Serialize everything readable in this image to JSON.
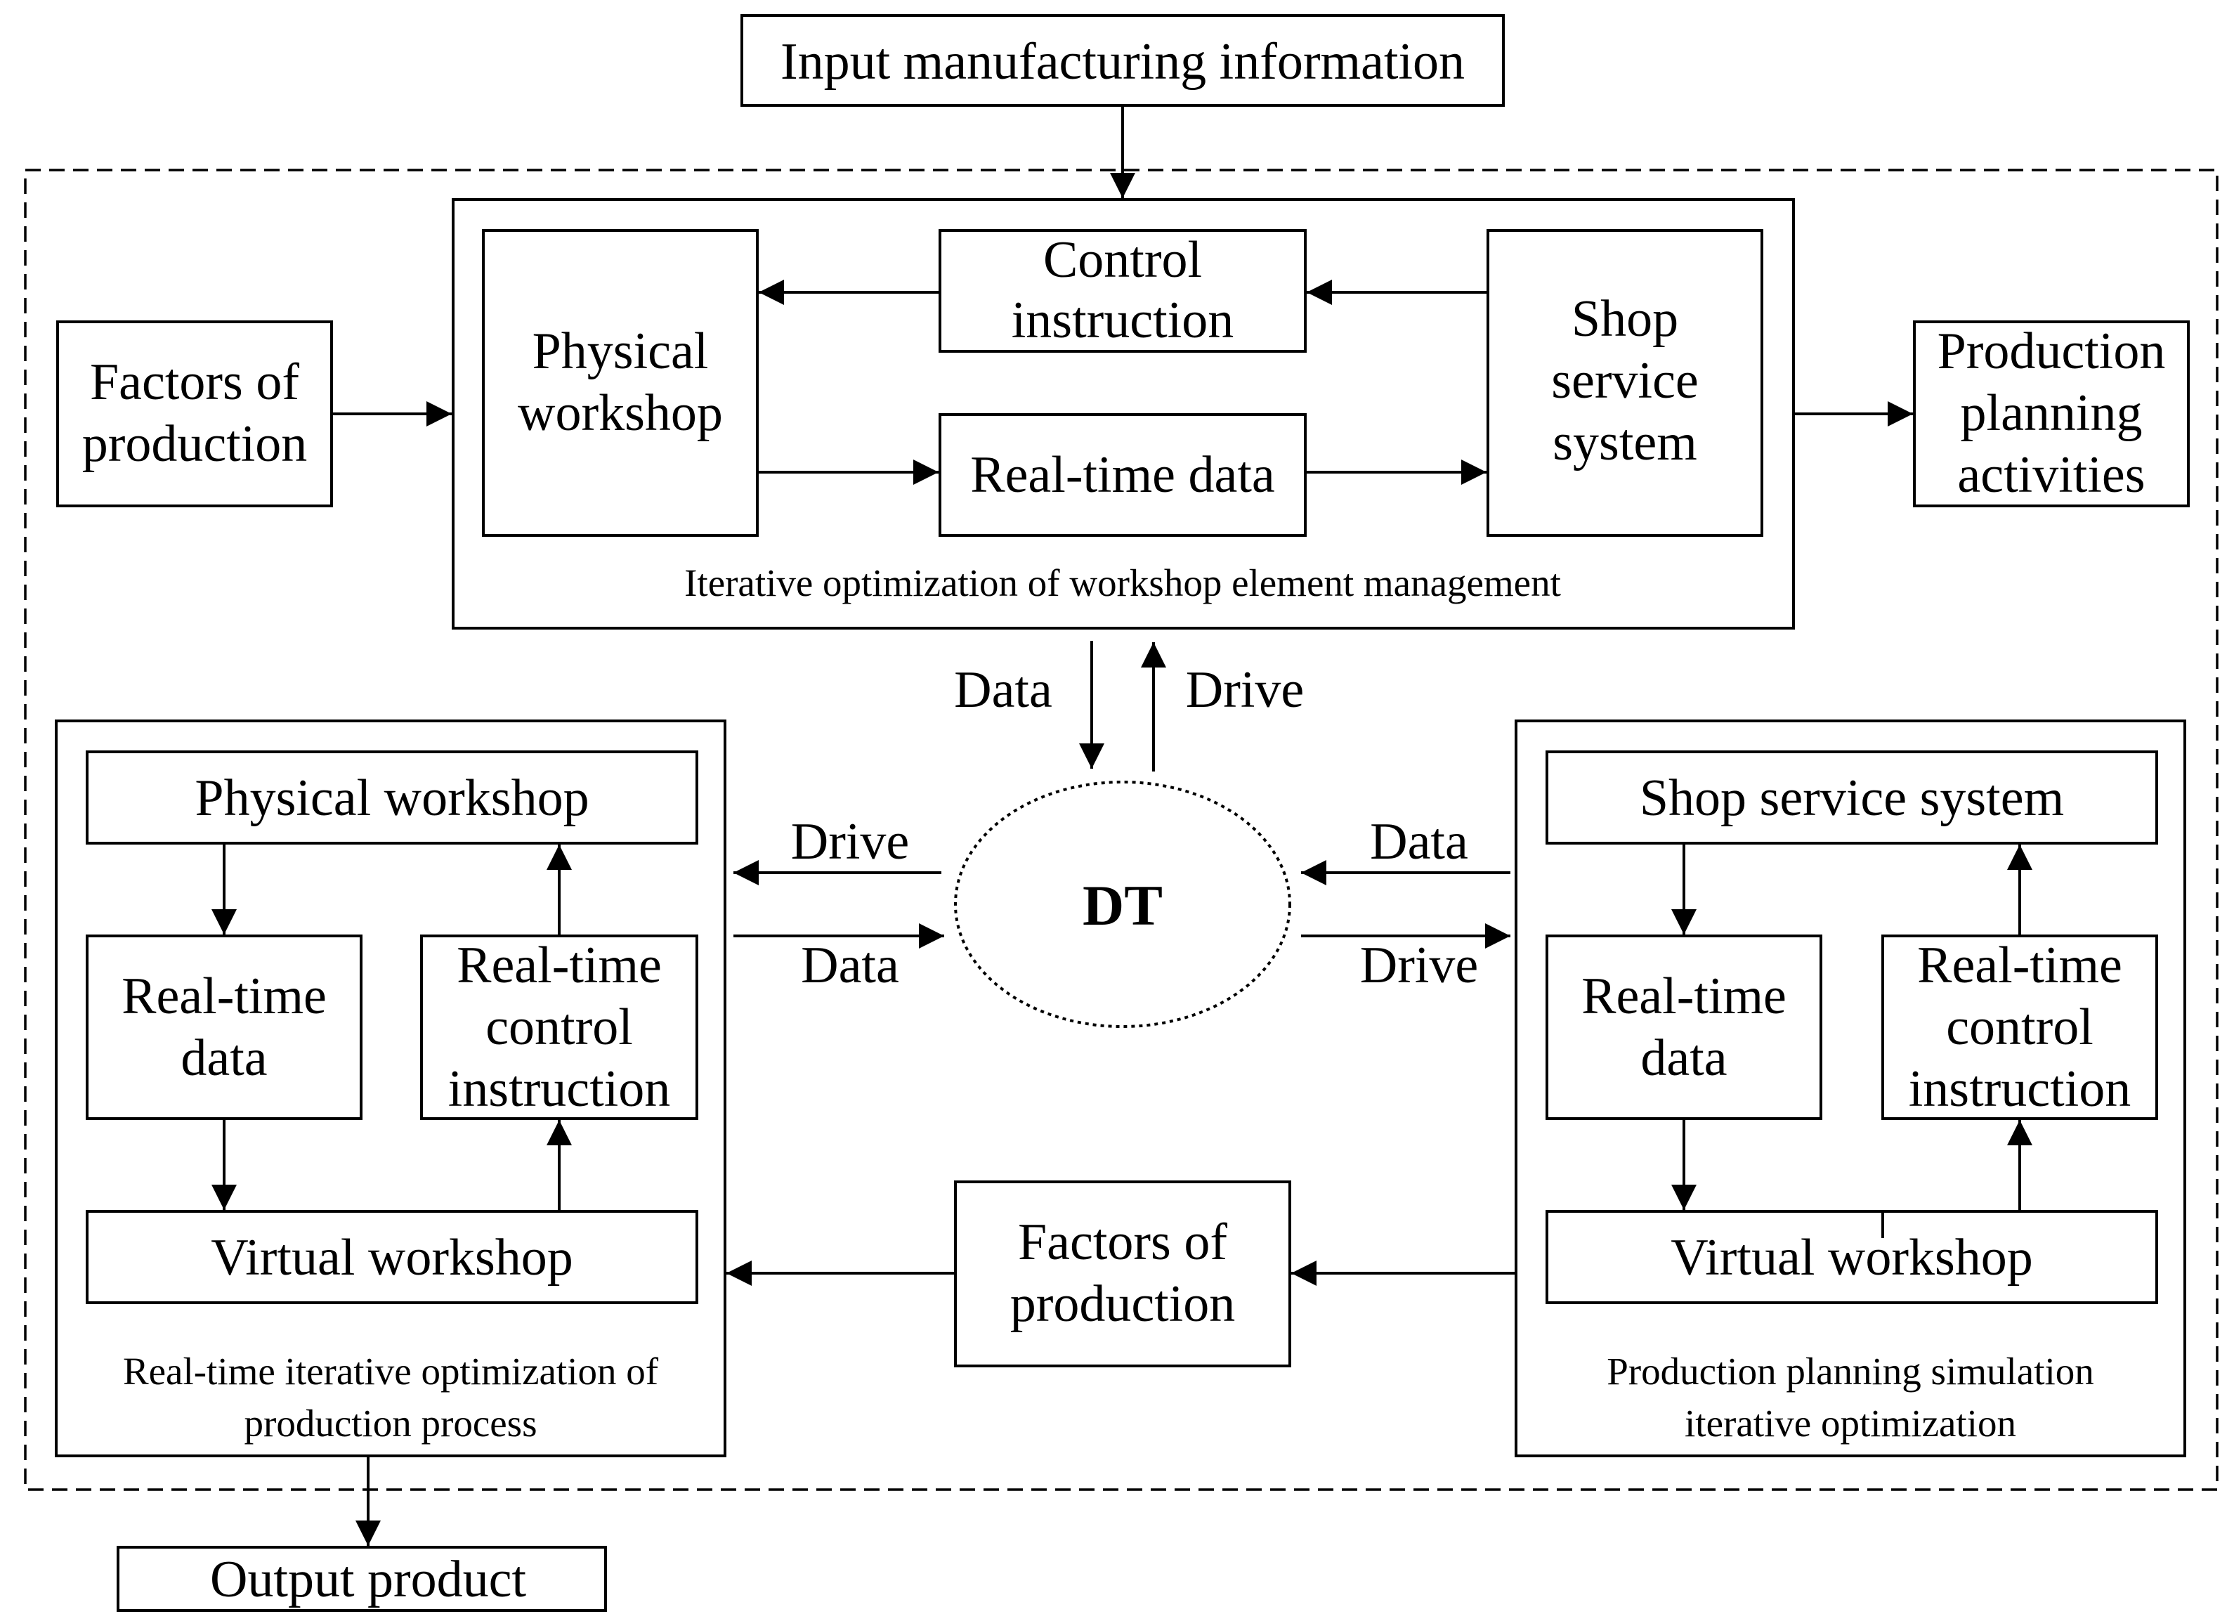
{
  "input_box": {
    "label": "Input manufacturing information"
  },
  "output_box": {
    "label": "Output product"
  },
  "top_group": {
    "caption": "Iterative optimization of workshop element management",
    "physical_workshop": [
      "Physical",
      "workshop"
    ],
    "control_instruction": [
      "Control",
      "instruction"
    ],
    "real_time_data": "Real-time data",
    "shop_service_system": [
      "Shop",
      "service",
      "system"
    ]
  },
  "factors_left": [
    "Factors of",
    "production"
  ],
  "production_planning": [
    "Production",
    "planning",
    "activities"
  ],
  "dt": {
    "label": "DT"
  },
  "arrow_labels": {
    "data_down": "Data",
    "drive_up": "Drive",
    "drive_left": "Drive",
    "data_left": "Data",
    "data_right": "Data",
    "drive_right": "Drive"
  },
  "left_group": {
    "caption": [
      "Real-time iterative optimization of",
      "production process"
    ],
    "physical_workshop": "Physical workshop",
    "real_time_data": [
      "Real-time",
      "data"
    ],
    "control_instruction": [
      "Real-time",
      "control",
      "instruction"
    ],
    "virtual_workshop": "Virtual workshop"
  },
  "right_group": {
    "caption": [
      "Production planning simulation",
      "iterative optimization"
    ],
    "shop_service_system": "Shop service system",
    "real_time_data": [
      "Real-time",
      "data"
    ],
    "control_instruction": [
      "Real-time",
      "control",
      "instruction"
    ],
    "virtual_workshop": "Virtual workshop"
  },
  "factors_bottom": [
    "Factors of",
    "production"
  ]
}
